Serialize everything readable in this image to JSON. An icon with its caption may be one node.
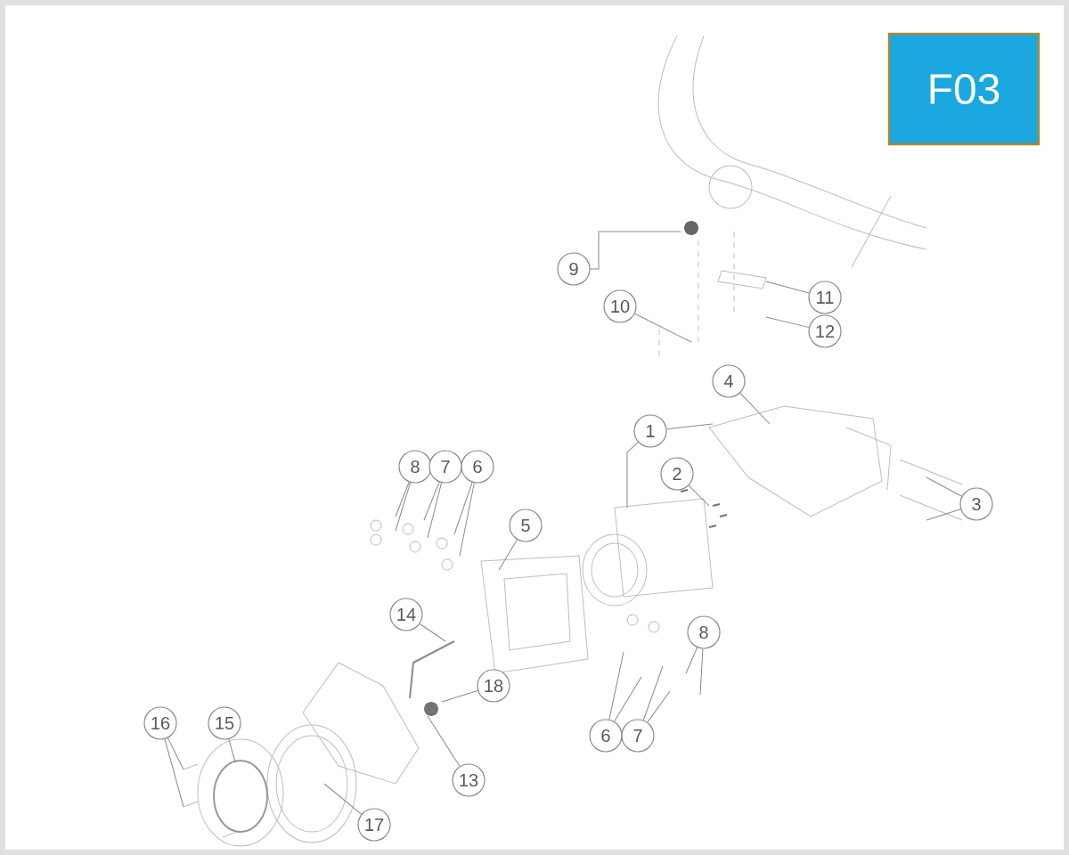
{
  "diagram": {
    "nodes": [
      {
        "text": [
          "F03"
        ]
      },
      {
        "text": [
          "9"
        ]
      },
      {
        "text": [
          "11"
        ]
      },
      {
        "text": [
          "10"
        ]
      },
      {
        "text": [
          "12"
        ]
      },
      {
        "text": [
          "4"
        ]
      },
      {
        "text": [
          "1"
        ]
      },
      {
        "text": [
          "8"
        ]
      },
      {
        "text": [
          "7"
        ]
      },
      {
        "text": [
          "6"
        ]
      },
      {
        "text": [
          "2"
        ]
      },
      {
        "text": [
          "3"
        ]
      },
      {
        "text": [
          "5"
        ]
      },
      {
        "text": [
          "14"
        ]
      },
      {
        "text": [
          "8"
        ]
      },
      {
        "text": [
          "18"
        ]
      },
      {
        "text": [
          "16"
        ]
      },
      {
        "text": [
          "15"
        ]
      },
      {
        "text": [
          "6"
        ]
      },
      {
        "text": [
          "7"
        ]
      },
      {
        "text": [
          "13"
        ]
      },
      {
        "text": [
          "17"
        ]
      }
    ],
    "edges": [
      {
        "from": 1,
        "to": null,
        "arrow": "none"
      },
      {
        "from": 2,
        "to": null,
        "arrow": "none"
      },
      {
        "from": 3,
        "to": null,
        "arrow": "none"
      },
      {
        "from": 4,
        "to": null,
        "arrow": "none"
      },
      {
        "from": 5,
        "to": null,
        "arrow": "none"
      },
      {
        "from": 6,
        "to": null,
        "arrow": "none"
      },
      {
        "from": 6,
        "to": null,
        "arrow": "none"
      },
      {
        "from": 7,
        "to": null,
        "arrow": "none"
      },
      {
        "from": 7,
        "to": null,
        "arrow": "none"
      },
      {
        "from": 8,
        "to": null,
        "arrow": "none"
      },
      {
        "from": 8,
        "to": null,
        "arrow": "none"
      },
      {
        "from": 9,
        "to": null,
        "arrow": "none"
      },
      {
        "from": 9,
        "to": null,
        "arrow": "none"
      },
      {
        "from": 10,
        "to": null,
        "arrow": "none"
      },
      {
        "from": 11,
        "to": null,
        "arrow": "none"
      },
      {
        "from": 11,
        "to": null,
        "arrow": "none"
      },
      {
        "from": 12,
        "to": null,
        "arrow": "none"
      },
      {
        "from": 13,
        "to": null,
        "arrow": "none"
      },
      {
        "from": 14,
        "to": null,
        "arrow": "none"
      },
      {
        "from": 14,
        "to": null,
        "arrow": "none"
      },
      {
        "from": 15,
        "to": null,
        "arrow": "none"
      },
      {
        "from": 16,
        "to": null,
        "arrow": "none"
      },
      {
        "from": 16,
        "to": null,
        "arrow": "none"
      },
      {
        "from": 17,
        "to": null,
        "arrow": "none"
      },
      {
        "from": 18,
        "to": null,
        "arrow": "none"
      },
      {
        "from": 18,
        "to": null,
        "arrow": "none"
      },
      {
        "from": 19,
        "to": null,
        "arrow": "none"
      },
      {
        "from": 19,
        "to": null,
        "arrow": "none"
      },
      {
        "from": 20,
        "to": null,
        "arrow": "none"
      },
      {
        "from": 21,
        "to": null,
        "arrow": "none"
      }
    ]
  }
}
